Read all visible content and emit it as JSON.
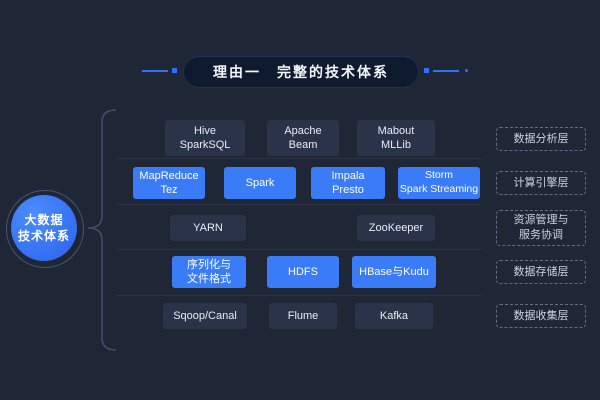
{
  "title": {
    "text": "理由一　完整的技术体系"
  },
  "badge": {
    "line1": "大数据",
    "line2": "技术体系"
  },
  "rows": [
    {
      "layer": {
        "lines": [
          "数据分析层",
          ""
        ]
      },
      "boxes": [
        {
          "style": "dark",
          "lines": [
            "Hive",
            "SparkSQL"
          ]
        },
        {
          "style": "dark",
          "lines": [
            "Apache",
            "Beam"
          ]
        },
        {
          "style": "dark",
          "lines": [
            "Mabout",
            "MLLib"
          ]
        }
      ]
    },
    {
      "layer": {
        "lines": [
          "计算引擎层",
          ""
        ]
      },
      "boxes": [
        {
          "style": "blue",
          "lines": [
            "MapReduce",
            "Tez"
          ]
        },
        {
          "style": "blue",
          "lines": [
            "Spark"
          ]
        },
        {
          "style": "blue",
          "lines": [
            "Impala",
            "Presto"
          ]
        },
        {
          "style": "blue",
          "lines": [
            "Storm",
            "Spark Streaming"
          ]
        }
      ]
    },
    {
      "layer": {
        "lines": [
          "资源管理与",
          "服务协调"
        ]
      },
      "boxes": [
        {
          "style": "dark",
          "lines": [
            "YARN"
          ]
        },
        {
          "style": "dark",
          "lines": [
            "ZooKeeper"
          ]
        }
      ]
    },
    {
      "layer": {
        "lines": [
          "数据存储层",
          ""
        ]
      },
      "boxes": [
        {
          "style": "blue",
          "lines": [
            "序列化与",
            "文件格式"
          ]
        },
        {
          "style": "blue",
          "lines": [
            "HDFS"
          ]
        },
        {
          "style": "blue",
          "lines": [
            "HBase与Kudu"
          ]
        }
      ]
    },
    {
      "layer": {
        "lines": [
          "数据收集层",
          ""
        ]
      },
      "boxes": [
        {
          "style": "dark",
          "lines": [
            "Sqoop/Canal"
          ]
        },
        {
          "style": "dark",
          "lines": [
            "Flume"
          ]
        },
        {
          "style": "dark",
          "lines": [
            "Kafka"
          ]
        }
      ]
    }
  ],
  "colors": {
    "background": "#1f2636",
    "accent_blue": "#3a7bf8",
    "dark_box": "#2b3349",
    "badge_blue": "#2a62ec",
    "label_border": "#646d85"
  }
}
